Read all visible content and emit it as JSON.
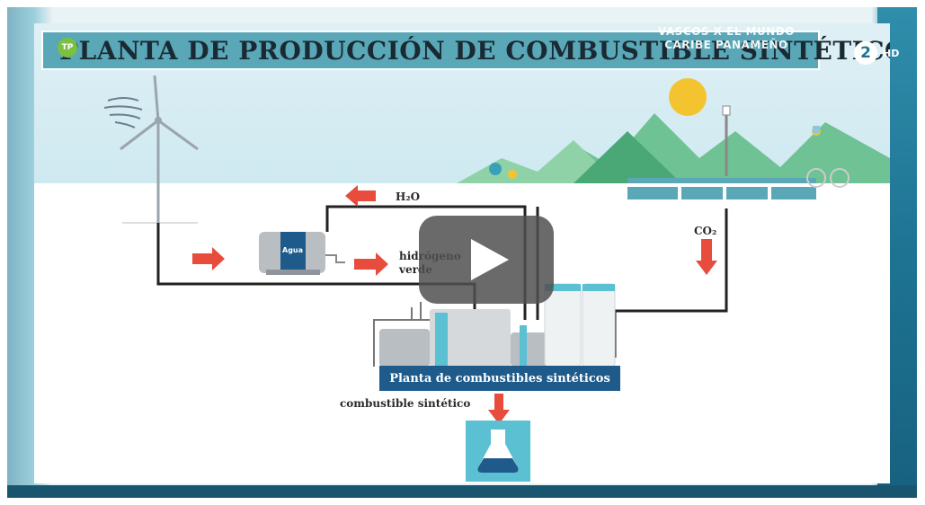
{
  "video": {
    "title": "PLANTA DE PRODUCCIÓN DE COMBUSTIBLE SINTÉTICO",
    "badge": "TP",
    "overlay_line1": "VASCOS X EL MUNDO",
    "overlay_line2": "CARIBE PANAMEÑO",
    "channel_number": "2",
    "channel_quality": "HD"
  },
  "diagram": {
    "labels": {
      "water_formula": "H₂O",
      "water_tank": "Agua",
      "green_hydrogen_line1": "hidrógeno",
      "green_hydrogen_line2": "verde",
      "co2": "CO₂",
      "plant": "Planta de combustibles sintéticos",
      "synthetic_fuel": "combustible sintético"
    }
  },
  "colors": {
    "title_bar": "#5aa7b8",
    "accent_arrow": "#e74c3c",
    "plant_box": "#1e5a8a",
    "hills": "#5fb98b",
    "sun": "#f4c430"
  },
  "icons": [
    "play-icon",
    "wind-icon",
    "sun-icon",
    "wind-turbine-icon",
    "flask-icon"
  ]
}
